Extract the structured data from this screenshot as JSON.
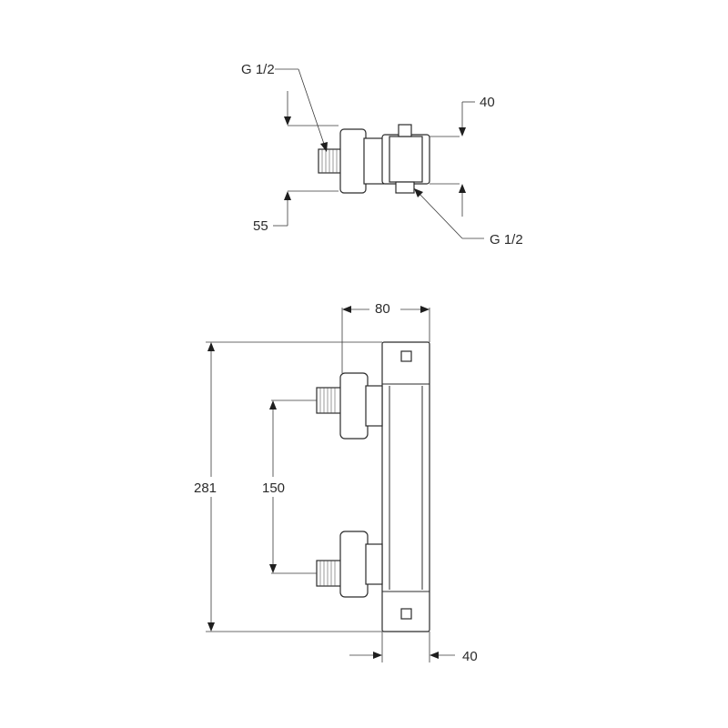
{
  "top_view": {
    "inlet_thread_label": "G 1/2",
    "depth_label": "55",
    "offset_label": "40",
    "outlet_thread_label": "G 1/2"
  },
  "front_view": {
    "width_label": "80",
    "height_label": "281",
    "inlet_spacing_label": "150",
    "bar_depth_label": "40"
  }
}
